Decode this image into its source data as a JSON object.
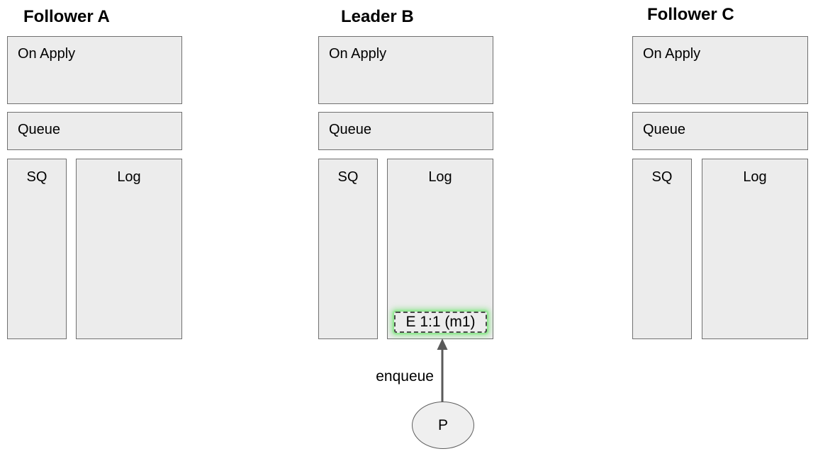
{
  "diagram": {
    "background_color": "#ffffff",
    "box_fill_color": "#ececec",
    "box_border_color": "#707070",
    "highlight_glow_color": "#7ce27c",
    "entry_border_color": "#4a4a4a",
    "arrow_color": "#5a5a5a",
    "nodes": [
      {
        "id": "follower-a",
        "title": "Follower A",
        "boxes": {
          "on_apply": "On Apply",
          "queue": "Queue",
          "sq": "SQ",
          "log": "Log"
        },
        "log_entries": []
      },
      {
        "id": "leader-b",
        "title": "Leader B",
        "boxes": {
          "on_apply": "On Apply",
          "queue": "Queue",
          "sq": "SQ",
          "log": "Log"
        },
        "log_entries": [
          {
            "label": "E 1:1 (m1)",
            "highlighted": true
          }
        ]
      },
      {
        "id": "follower-c",
        "title": "Follower C",
        "boxes": {
          "on_apply": "On Apply",
          "queue": "Queue",
          "sq": "SQ",
          "log": "Log"
        },
        "log_entries": []
      }
    ],
    "producer": {
      "label": "P"
    },
    "edge": {
      "label": "enqueue",
      "from": "producer-p",
      "to": "leader-b-log-entry",
      "direction": "up"
    }
  }
}
